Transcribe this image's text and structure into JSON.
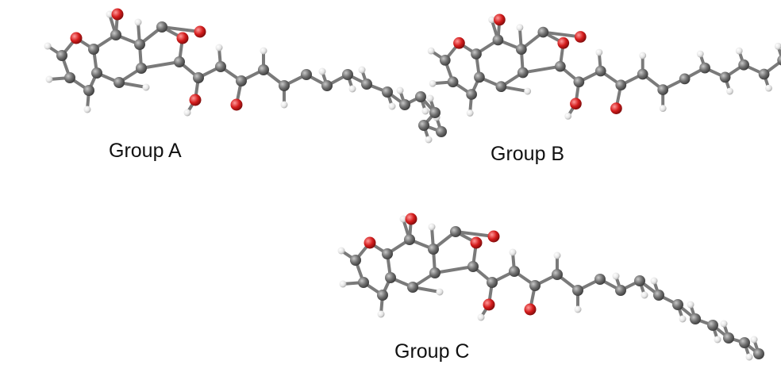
{
  "groups": [
    {
      "id": "A",
      "label": "Group A"
    },
    {
      "id": "B",
      "label": "Group B"
    },
    {
      "id": "C",
      "label": "Group C"
    }
  ],
  "colors": {
    "carbon": "#6f6f6f",
    "oxygen": "#d31f1f",
    "hydrogen": "#f2f2f2",
    "bond": "#7a7a7a",
    "label": "#111111",
    "background": "#ffffff"
  },
  "atom_types": [
    "carbon",
    "oxygen",
    "hydrogen"
  ]
}
